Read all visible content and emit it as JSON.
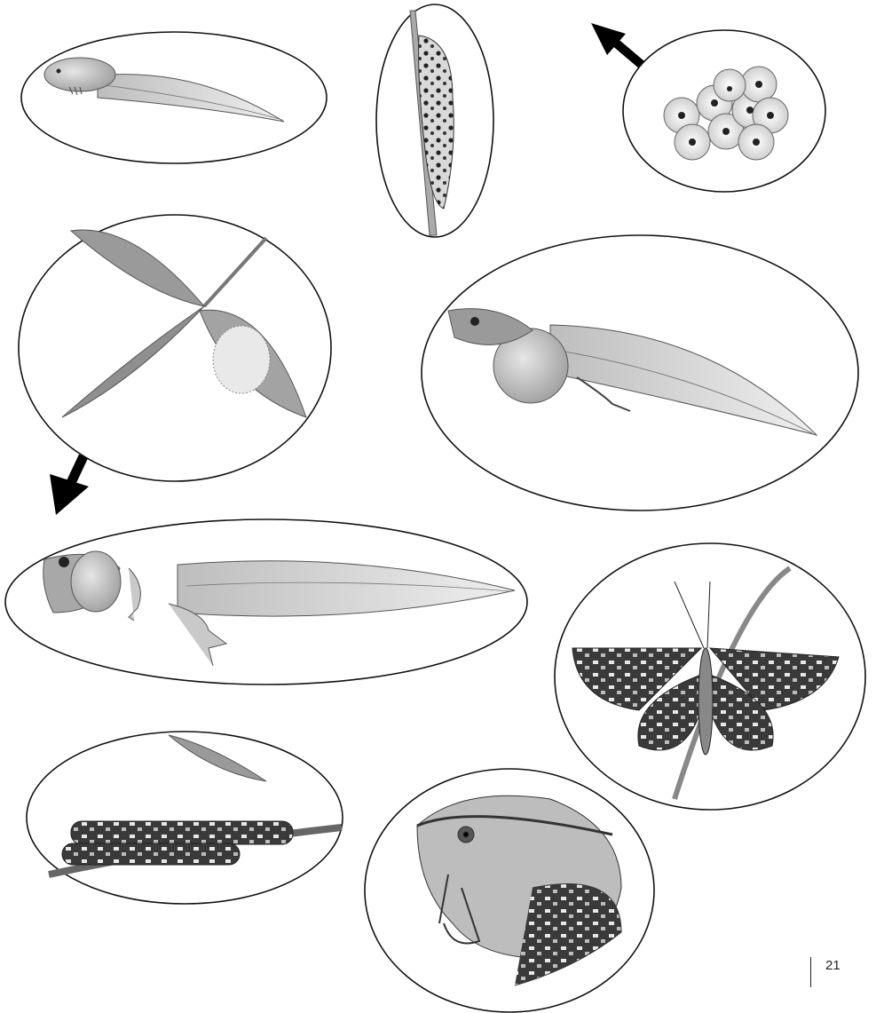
{
  "page": {
    "number": "21"
  },
  "illustrations": [
    {
      "id": "tadpole-young",
      "icon": "tadpole-icon"
    },
    {
      "id": "butterfly-eggs-on-stem",
      "icon": "egg-cluster-icon"
    },
    {
      "id": "frog-spawn",
      "icon": "frog-spawn-icon"
    },
    {
      "id": "eggs-on-leaf",
      "icon": "leaf-icon"
    },
    {
      "id": "tadpole-with-hind-legs",
      "icon": "tadpole-icon"
    },
    {
      "id": "tadpole-with-four-legs",
      "icon": "froglet-icon"
    },
    {
      "id": "checkered-butterfly",
      "icon": "butterfly-icon"
    },
    {
      "id": "caterpillars",
      "icon": "caterpillar-icon"
    },
    {
      "id": "adult-frog",
      "icon": "frog-icon"
    }
  ],
  "arrows": [
    {
      "id": "arrow-up-left",
      "direction": "up-left"
    },
    {
      "id": "arrow-down-left",
      "direction": "down-left"
    }
  ]
}
